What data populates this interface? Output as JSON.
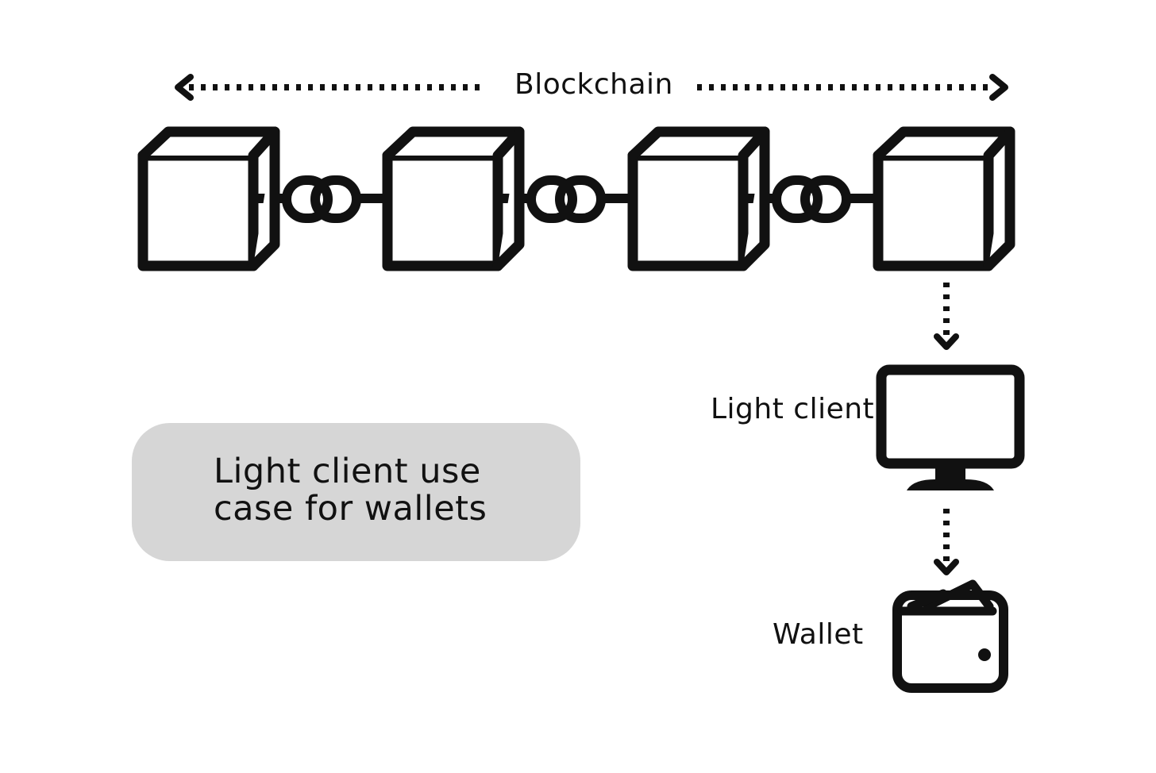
{
  "labels": {
    "blockchain": "Blockchain",
    "light_client": "Light client",
    "wallet": "Wallet"
  },
  "caption": "Light client use case for wallets",
  "nodes": [
    {
      "name": "block",
      "icon": "cube-icon"
    },
    {
      "name": "block",
      "icon": "cube-icon"
    },
    {
      "name": "block",
      "icon": "cube-icon"
    },
    {
      "name": "block",
      "icon": "cube-icon"
    },
    {
      "name": "light-client",
      "icon": "monitor-icon"
    },
    {
      "name": "wallet",
      "icon": "wallet-icon"
    }
  ],
  "colors": {
    "stroke": "#111111",
    "caption_bg": "#d6d6d6",
    "background": "#ffffff"
  }
}
